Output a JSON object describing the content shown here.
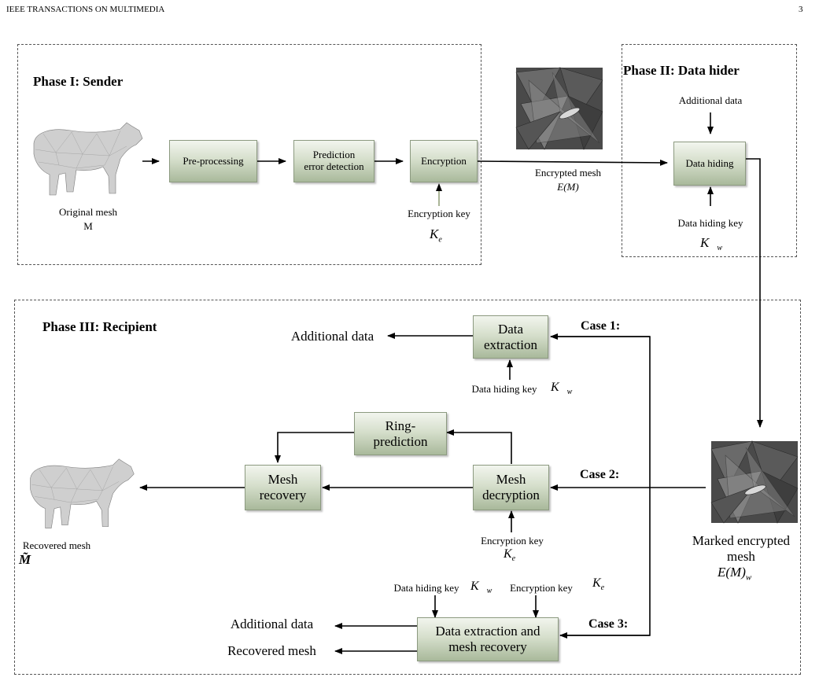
{
  "header": {
    "journal": "IEEE TRANSACTIONS ON MULTIMEDIA",
    "page_number": "3"
  },
  "phase1": {
    "title": "Phase I: Sender",
    "original_label": "Original mesh",
    "original_symbol": "M",
    "pre_processing": "Pre-processing",
    "prediction_line1": "Prediction",
    "prediction_line2": "error detection",
    "encryption": "Encryption",
    "enc_key_label": "Encryption key",
    "enc_key_symbol": "K",
    "enc_key_sub": "e"
  },
  "middle": {
    "encrypted_label": "Encrypted mesh",
    "encrypted_symbol": "E(M)"
  },
  "phase2": {
    "title": "Phase II: Data hider",
    "additional_data": "Additional data",
    "data_hiding": "Data hiding",
    "hiding_key_label": "Data hiding key",
    "hiding_key_symbol": "K",
    "hiding_key_sub": "w"
  },
  "phase3": {
    "title": "Phase III: Recipient",
    "case1": "Case 1:",
    "case2": "Case 2:",
    "case3": "Case 3:",
    "data_extraction_line1": "Data",
    "data_extraction_line2": "extraction",
    "additional_data_out1": "Additional data",
    "hiding_key_label": "Data hiding key",
    "hiding_key_symbol": "K",
    "hiding_key_sub": "w",
    "ring_line1": "Ring-",
    "ring_line2": "prediction",
    "mesh_recovery_line1": "Mesh",
    "mesh_recovery_line2": "recovery",
    "mesh_decryption_line1": "Mesh",
    "mesh_decryption_line2": "decryption",
    "enc_key_label": "Encryption key",
    "enc_key_symbol": "K",
    "enc_key_sub": "e",
    "recovered_label": "Recovered mesh",
    "recovered_symbol": "M̃",
    "marked_line1": "Marked encrypted",
    "marked_line2": "mesh",
    "marked_symbol": "E(M)",
    "marked_sub": "w",
    "hiding_key2_label": "Data hiding key",
    "hiding_key2_symbol": "K",
    "hiding_key2_sub": "w",
    "enc_key2_label": "Encryption key",
    "enc_key2_symbol": "K",
    "enc_key2_sub": "e",
    "extract_recover_line1": "Data extraction and",
    "extract_recover_line2": "mesh recovery",
    "additional_data_out2": "Additional data",
    "recovered_mesh_out": "Recovered mesh"
  }
}
